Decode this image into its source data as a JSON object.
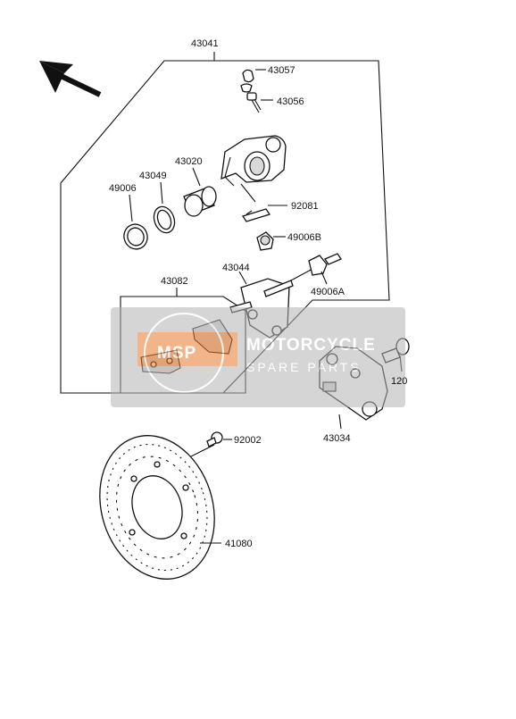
{
  "diagram": {
    "labels": {
      "caliper_assy": "43041",
      "bleeder_cap": "43057",
      "bleeder_valve": "43056",
      "piston": "43020",
      "dust_seal": "43049",
      "piston_seal": "49006",
      "pad_spring": "92081",
      "boot_b": "49006B",
      "holder": "43044",
      "boot_a": "49006A",
      "pad_set": "43082",
      "bolt": "120",
      "bracket": "43034",
      "disc_bolt": "92002",
      "disc": "41080"
    }
  },
  "watermark": {
    "logo_text": "MSP",
    "line1": "MOTORCYCLE",
    "line2": "SPARE PARTS"
  },
  "colors": {
    "watermark_band": "#b4b4b4",
    "watermark_logo": "#e87a2a",
    "line": "#111111"
  }
}
